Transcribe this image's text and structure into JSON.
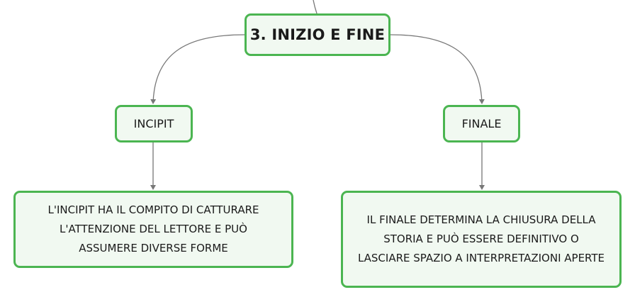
{
  "diagram": {
    "root": {
      "label": "3. INIZIO E FINE"
    },
    "branches": [
      {
        "label": "INCIPIT",
        "description": "L'INCIPIT HA IL COMPITO DI CATTURARE L'ATTENZIONE DEL LETTORE E PUÒ ASSUMERE DIVERSE FORME"
      },
      {
        "label": "FINALE",
        "description": "IL FINALE DETERMINA LA CHIUSURA DELLA STORIA E PUÒ ESSERE DEFINITIVO O LASCIARE SPAZIO A INTERPRETAZIONI APERTE"
      }
    ],
    "colors": {
      "node_border": "#4bb551",
      "node_fill": "#f1f9f1",
      "connector": "#777777",
      "text": "#1a1a1a"
    }
  }
}
